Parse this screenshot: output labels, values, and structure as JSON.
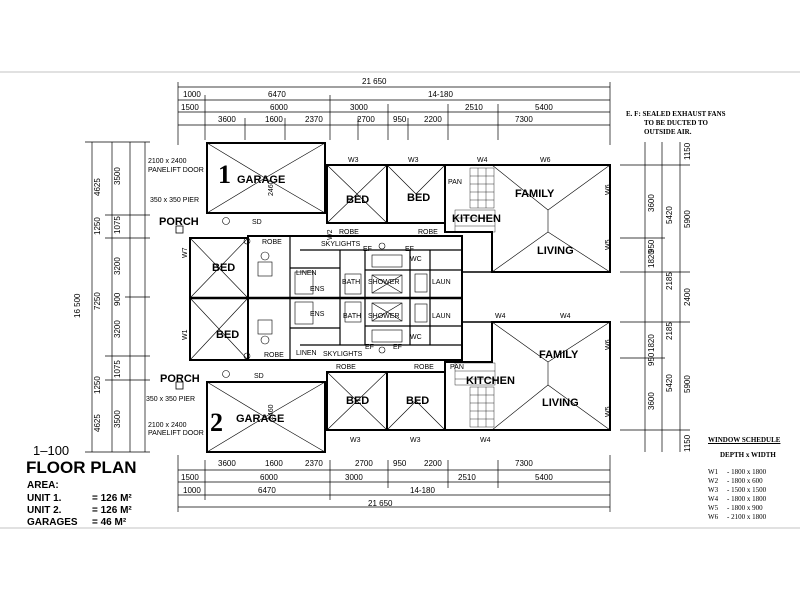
{
  "title": {
    "scale": "1–100",
    "heading": "FLOOR PLAN"
  },
  "area": {
    "label": "AREA:",
    "rows": [
      {
        "name": "UNIT 1.",
        "value": "= 126 M²"
      },
      {
        "name": "UNIT 2.",
        "value": "= 126 M²"
      },
      {
        "name": "GARAGES",
        "value": "= 46 M²"
      }
    ]
  },
  "note": {
    "lines": [
      "E. F: SEALED EXHAUST FANS",
      "TO BE DUCTED TO",
      "OUTSIDE AIR."
    ]
  },
  "window_schedule": {
    "title": "WINDOW SCHEDULE",
    "subtitle": "DEPTH x WIDTH",
    "rows": [
      {
        "id": "W1",
        "value": "- 1800 x 1800"
      },
      {
        "id": "W2",
        "value": "- 1800 x 600"
      },
      {
        "id": "W3",
        "value": "- 1500 x 1500"
      },
      {
        "id": "W4",
        "value": "- 1800 x 1800"
      },
      {
        "id": "W5",
        "value": "- 1800 x 900"
      },
      {
        "id": "W6",
        "value": "- 2100 x 1800"
      }
    ]
  },
  "units": {
    "unit1": "1",
    "unit2": "2"
  },
  "rooms": {
    "garage": "GARAGE",
    "bed": "BED",
    "family": "FAMILY",
    "kitchen": "KITCHEN",
    "living": "LIVING",
    "porch": "PORCH",
    "robe": "ROBE",
    "linen": "LINEN",
    "ens": "ENS",
    "bath": "BATH",
    "shower": "SHOWER",
    "laun": "LAUN",
    "wc": "WC",
    "skylights": "SKYLIGHTS",
    "ef": "EF",
    "sd": "SD",
    "pan": "PAN"
  },
  "notes_plan": {
    "panelift": [
      "2100 x 2400",
      "PANELIFT DOOR"
    ],
    "pier": "350 x 350 PIER",
    "garage_dim": "2460"
  },
  "dims": {
    "overall": "21 650",
    "top_row1": [
      "1000",
      "6470",
      "14-180"
    ],
    "top_row2": [
      "1500",
      "6000",
      "3000",
      "2510",
      "5400"
    ],
    "top_row3": [
      "3600",
      "1600",
      "2370",
      "2700",
      "950",
      "2200",
      "7300"
    ],
    "bottom_row1": [
      "3600",
      "1600",
      "2370",
      "2700",
      "950",
      "2200",
      "7300"
    ],
    "bottom_row2": [
      "1500",
      "6000",
      "3000",
      "2510",
      "5400"
    ],
    "bottom_row3": [
      "1000",
      "6470",
      "14-180"
    ],
    "left_overall": "16 500",
    "left_outer": [
      "4625",
      "1250",
      "7250",
      "1250",
      "4625"
    ],
    "left_inner": [
      "3500",
      "1075",
      "3200",
      "900",
      "3200",
      "1075",
      "3500"
    ],
    "right_outer": [
      "1150",
      "5900",
      "2400",
      "5900",
      "1150"
    ],
    "right_mid": [
      "5420",
      "2185",
      "2185",
      "5420"
    ],
    "right_inner": [
      "3600",
      "950",
      "1820",
      "1820",
      "950",
      "3600"
    ]
  },
  "windows": {
    "w1": "W1",
    "w2": "W2",
    "w3": "W3",
    "w4": "W4",
    "w5": "W5",
    "w6": "W6",
    "w7": "W7"
  }
}
